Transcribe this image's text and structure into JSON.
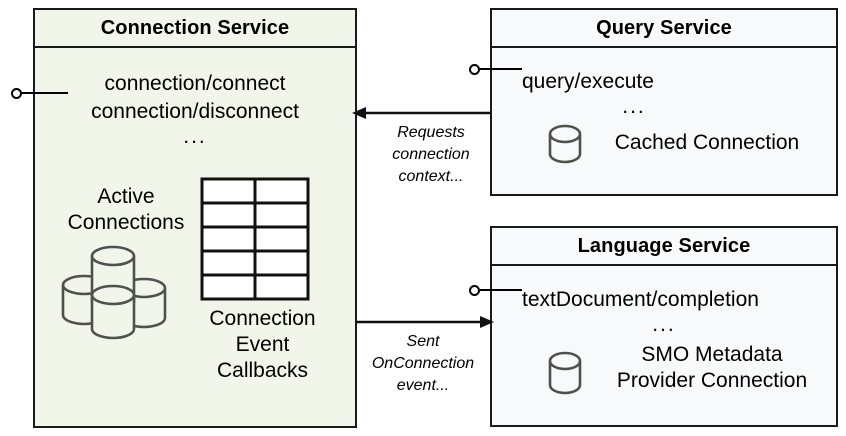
{
  "diagram": {
    "type": "component-diagram",
    "background_color": "#ffffff",
    "components": [
      {
        "id": "connection-service",
        "title": "Connection Service",
        "fill_color": "#f2f5e9",
        "border_color": "#1a1a1a",
        "endpoints": [
          "connection/connect",
          "connection/disconnect"
        ],
        "ellipsis": "...",
        "interface_marker": "provided-interface-lollipop",
        "artifacts": [
          {
            "id": "active-connections",
            "label_lines": [
              "Active",
              "Connections"
            ],
            "icon": "multi-database-cylinders-icon",
            "icon_count": 4
          },
          {
            "id": "connection-event-callbacks",
            "label_lines": [
              "Connection",
              "Event",
              "Callbacks"
            ],
            "icon": "grid-table-icon",
            "grid_columns": 2,
            "grid_rows": 5
          }
        ]
      },
      {
        "id": "query-service",
        "title": "Query Service",
        "fill_color": "#f8f9fb",
        "border_color": "#1a1a1a",
        "endpoints": [
          "query/execute"
        ],
        "ellipsis": "...",
        "interface_marker": "provided-interface-lollipop",
        "artifacts": [
          {
            "id": "cached-connection",
            "label_lines": [
              "Cached Connection"
            ],
            "icon": "database-cylinder-icon"
          }
        ]
      },
      {
        "id": "language-service",
        "title": "Language Service",
        "fill_color": "#f8f9fb",
        "border_color": "#1a1a1a",
        "endpoints": [
          "textDocument/completion"
        ],
        "ellipsis": "...",
        "interface_marker": "provided-interface-lollipop",
        "artifacts": [
          {
            "id": "smo-metadata-provider-connection",
            "label_lines": [
              "SMO Metadata",
              "Provider Connection"
            ],
            "icon": "database-cylinder-icon"
          }
        ]
      }
    ],
    "connections": [
      {
        "id": "query-to-connection",
        "from": "query-service",
        "to": "connection-service",
        "direction": "right-to-left",
        "arrowhead": "left",
        "label_lines": [
          "Requests",
          "connection",
          "context..."
        ],
        "label_style": "italic"
      },
      {
        "id": "connection-to-language",
        "from": "connection-service",
        "to": "language-service",
        "direction": "left-to-right",
        "arrowhead": "right",
        "label_lines": [
          "Sent",
          "OnConnection",
          "event..."
        ],
        "label_style": "italic"
      }
    ]
  }
}
